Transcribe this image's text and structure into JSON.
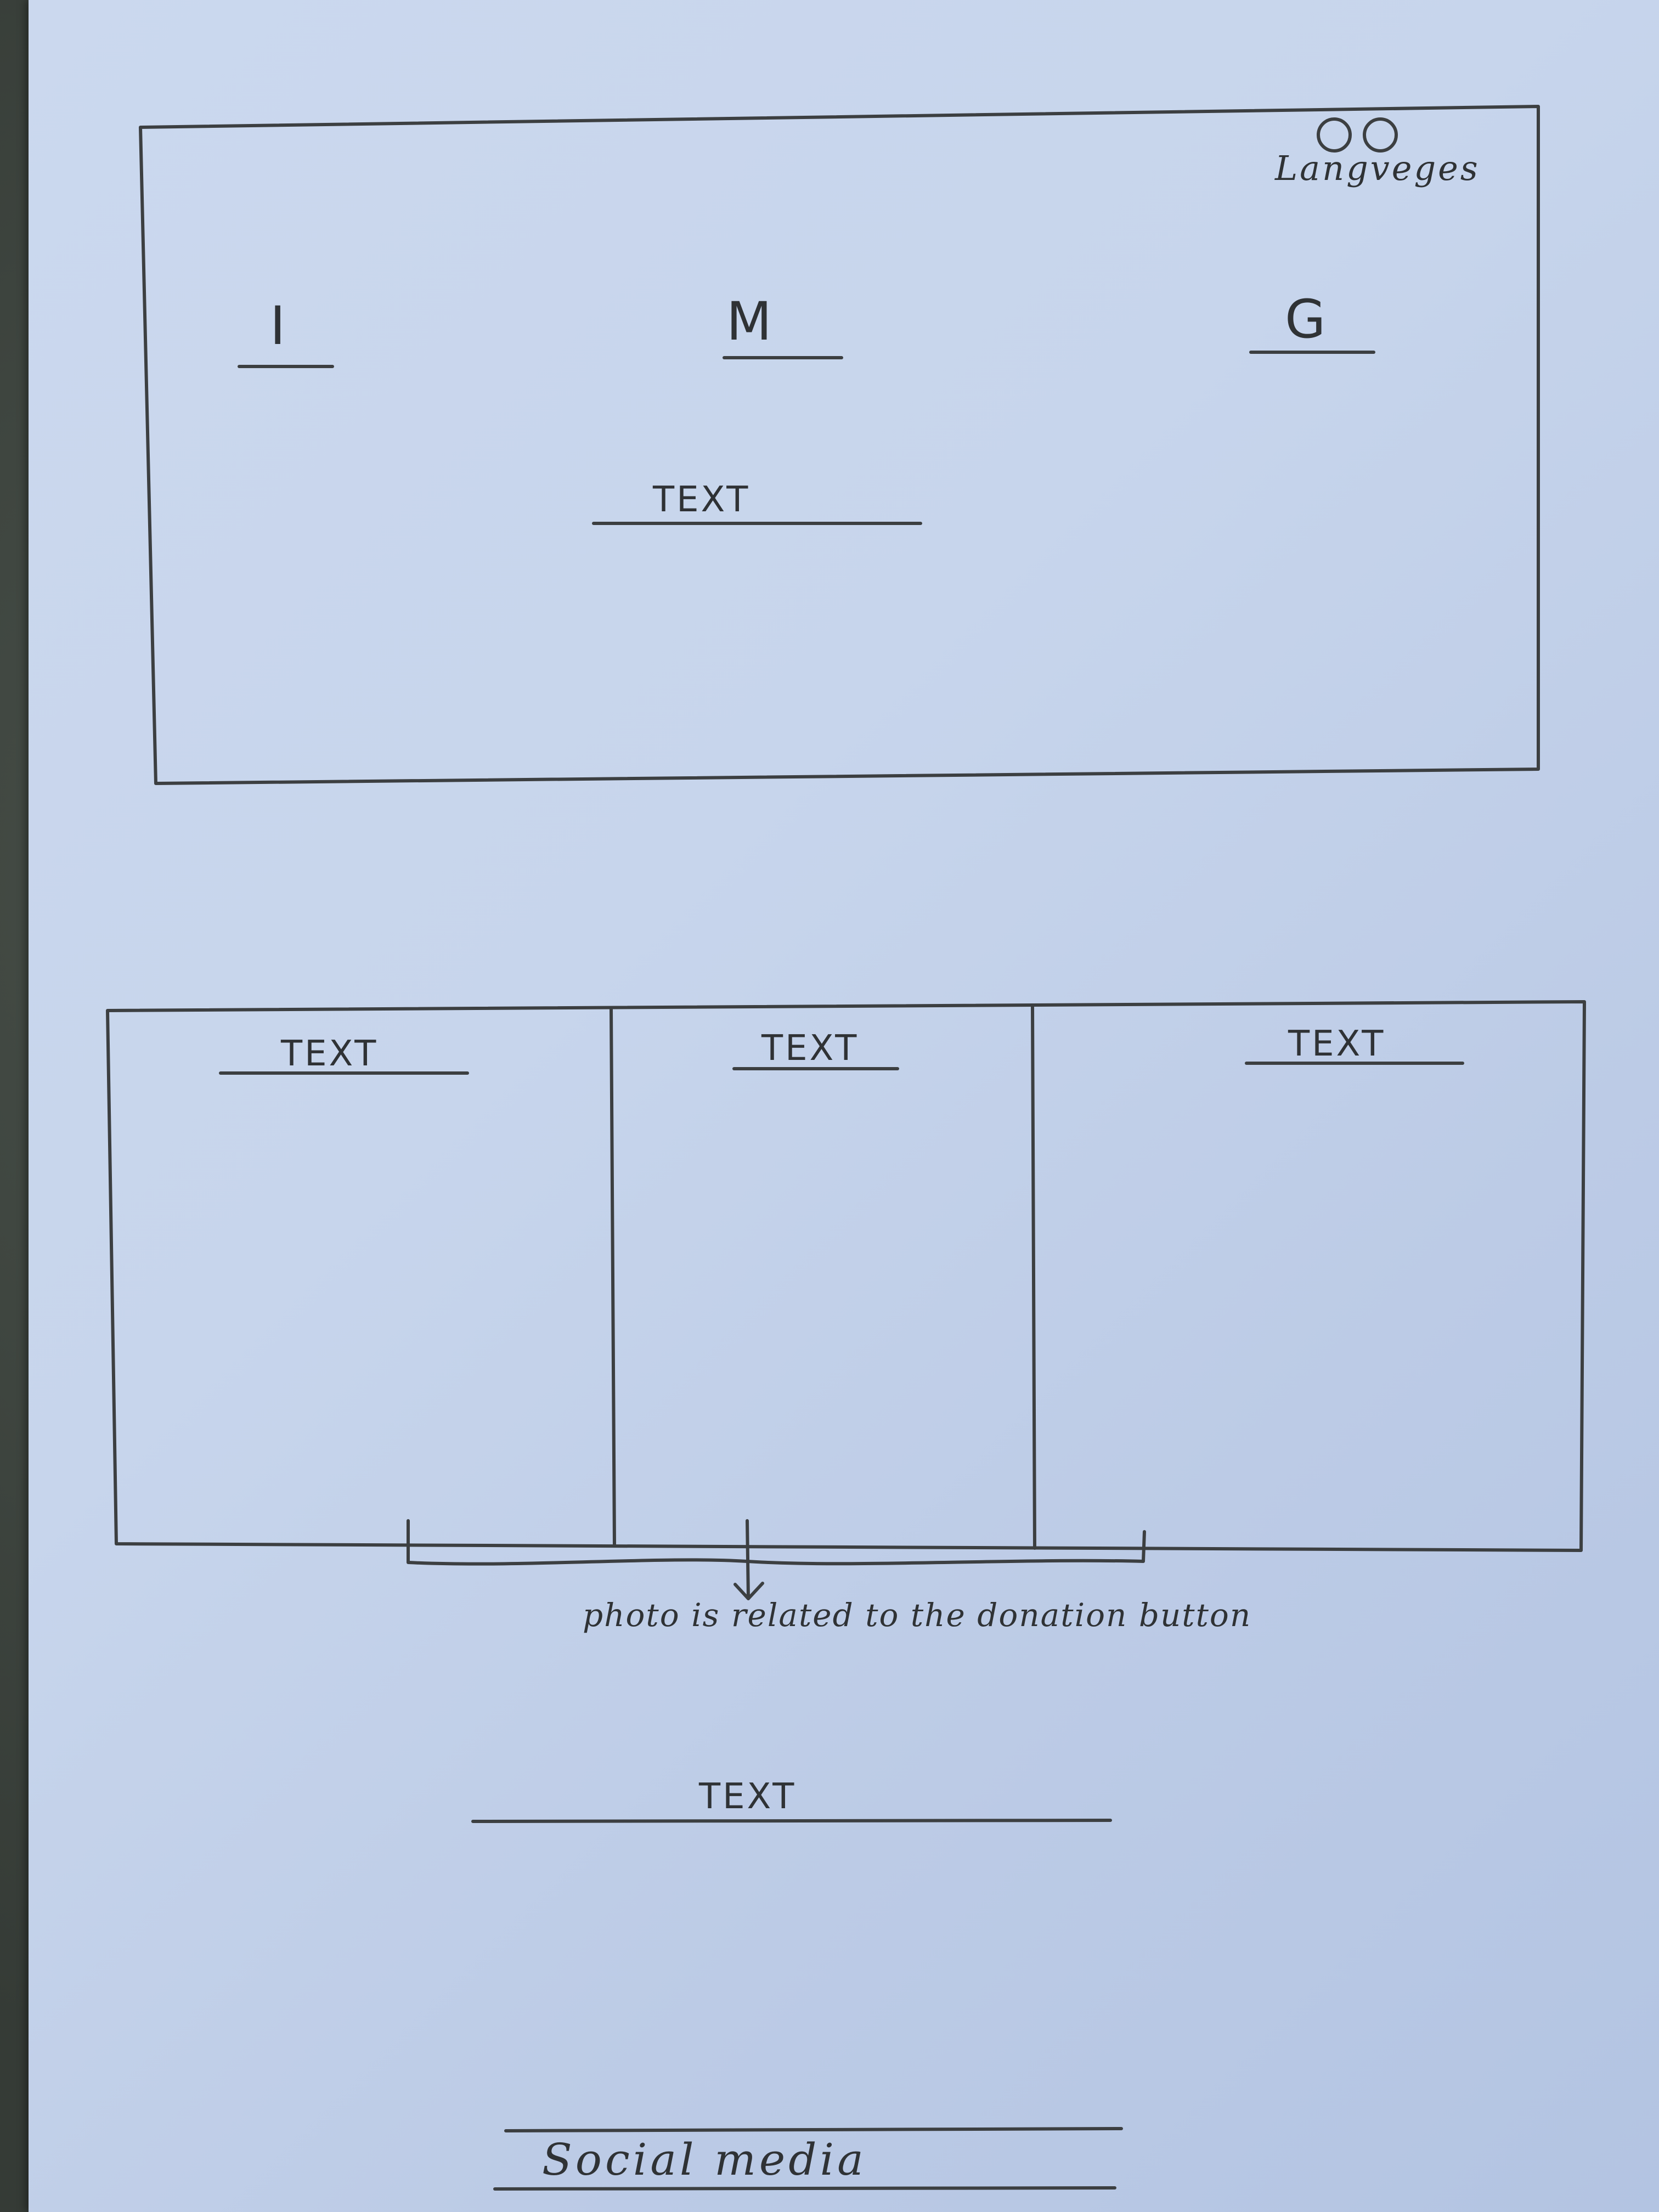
{
  "header": {
    "languages_label": "Langveges",
    "nav_letters": [
      "I",
      "M",
      "G"
    ],
    "headline_text": "TEXT"
  },
  "cards": [
    {
      "title": "TEXT"
    },
    {
      "title": "TEXT"
    },
    {
      "title": "TEXT"
    }
  ],
  "annotation": {
    "note": "photo is related to the donation button"
  },
  "middle_text": "TEXT",
  "footer": {
    "social_label": "Social media"
  }
}
